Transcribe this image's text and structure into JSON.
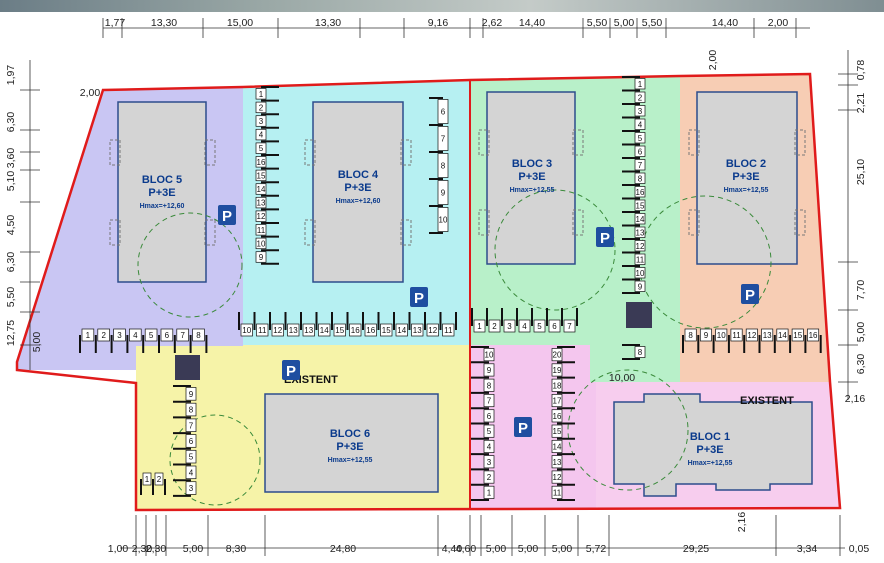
{
  "zones": [
    {
      "id": "z5",
      "color": "#c9c6f3"
    },
    {
      "id": "z4",
      "color": "#b6f0f2"
    },
    {
      "id": "z3",
      "color": "#b8f0c9"
    },
    {
      "id": "z2",
      "color": "#f7cdb4"
    },
    {
      "id": "z6",
      "color": "#f6f3a8"
    },
    {
      "id": "zp",
      "color": "#f4c6ee"
    },
    {
      "id": "z1",
      "color": "#f7cdee"
    }
  ],
  "colors": {
    "boundary": "#e01b1b",
    "parking_badge": "#1f4ea0",
    "building": "#d4d4d4",
    "building_stroke": "#2d4d8c",
    "dim_line": "#333333"
  },
  "blocks": [
    {
      "name": "BLOC 5",
      "floors": "P+3E",
      "hmax": "Hmax=+12,60"
    },
    {
      "name": "BLOC 4",
      "floors": "P+3E",
      "hmax": "Hmax=+12,60"
    },
    {
      "name": "BLOC 3",
      "floors": "P+3E",
      "hmax": "Hmax=+12,55"
    },
    {
      "name": "BLOC 2",
      "floors": "P+3E",
      "hmax": "Hmax=+12,55"
    },
    {
      "name": "BLOC 6",
      "floors": "P+3E",
      "hmax": "Hmax=+12,55"
    },
    {
      "name": "BLOC 1",
      "floors": "P+3E",
      "hmax": "Hmax=+12,55"
    }
  ],
  "existing_label": "EXISTENT",
  "parking_symbol": "P",
  "top_dims": [
    "1,77",
    "13,30",
    "15,00",
    "13,30",
    "9,16",
    "2,62",
    "14,40",
    "5,50",
    "5,00",
    "5,50",
    "14,40",
    "2,00"
  ],
  "bottom_dims": [
    "1,00",
    "2,30",
    "2,30",
    "5,00",
    "8,30",
    "24,80",
    "4,40",
    "4,60",
    "5,00",
    "5,00",
    "5,00",
    "5,72",
    "29,25",
    "3,34",
    "0,05"
  ],
  "left_dims": [
    "1,97",
    "6,30",
    "3,60",
    "5,10",
    "4,50",
    "6,30",
    "5,50",
    "12,75",
    "5,00"
  ],
  "right_dims": [
    "0,78",
    "2,21",
    "25,10",
    "7,70",
    "5,00",
    "6,30",
    "2,16"
  ],
  "inner_dims": [
    "2,00",
    "2,00",
    "10,00",
    "2,16"
  ],
  "stalls": {
    "row5": [
      "1",
      "2",
      "3",
      "4",
      "5",
      "6",
      "7",
      "8"
    ],
    "row4col": [
      "1",
      "2",
      "3",
      "4",
      "5",
      "16",
      "15",
      "14",
      "13",
      "12",
      "11",
      "10",
      "9"
    ],
    "row4bottom": [
      "10",
      "11",
      "12",
      "13",
      "13",
      "14",
      "15",
      "16",
      "16",
      "15",
      "14",
      "13",
      "12",
      "11"
    ],
    "row4right": [
      "6",
      "7",
      "8",
      "9",
      "10"
    ],
    "row3col": [
      "1",
      "2",
      "3",
      "4",
      "5",
      "6",
      "7",
      "8",
      "16",
      "15",
      "14",
      "13",
      "12",
      "11",
      "10",
      "9"
    ],
    "row3bottom": [
      "1",
      "2",
      "3",
      "4",
      "5",
      "6",
      "7"
    ],
    "row3below": [
      "8"
    ],
    "row2bottom": [
      "8",
      "9",
      "10",
      "11",
      "12",
      "13",
      "14",
      "15",
      "16"
    ],
    "row6": [
      "9",
      "8",
      "7",
      "6",
      "5",
      "4",
      "3"
    ],
    "row6b": [
      "1",
      "2"
    ],
    "pleft": [
      "10",
      "9",
      "8",
      "7",
      "6",
      "5",
      "4",
      "3",
      "2",
      "1"
    ],
    "pright": [
      "20",
      "19",
      "18",
      "17",
      "16",
      "15",
      "14",
      "13",
      "12",
      "11"
    ]
  }
}
